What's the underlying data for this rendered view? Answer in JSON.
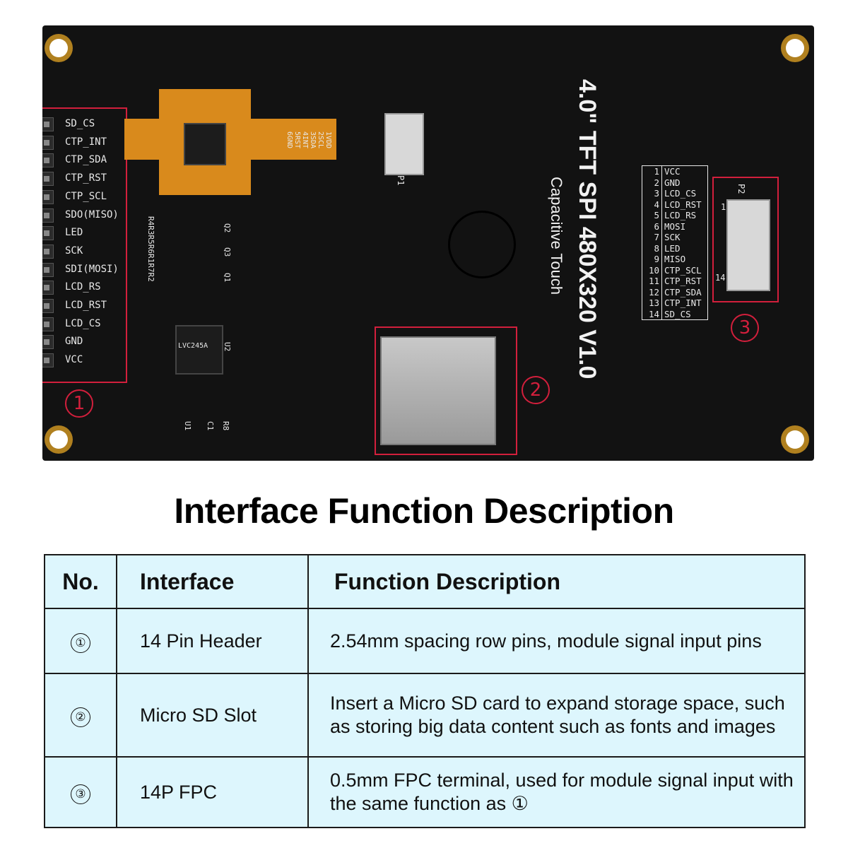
{
  "board": {
    "title": "4.0\" TFT SPI 480X320 V1.0",
    "subtitle": "Capacitive Touch",
    "header_pins": [
      "SD_CS",
      "CTP_INT",
      "CTP_SDA",
      "CTP_RST",
      "CTP_SCL",
      "SDO(MISO)",
      "LED",
      "SCK",
      "SDI(MOSI)",
      "LCD_RS",
      "LCD_RST",
      "LCD_CS",
      "GND",
      "VCC"
    ],
    "fpc_pins": [
      {
        "n": "1",
        "s": "VCC"
      },
      {
        "n": "2",
        "s": "GND"
      },
      {
        "n": "3",
        "s": "LCD_CS"
      },
      {
        "n": "4",
        "s": "LCD_RST"
      },
      {
        "n": "5",
        "s": "LCD_RS"
      },
      {
        "n": "6",
        "s": "MOSI"
      },
      {
        "n": "7",
        "s": "SCK"
      },
      {
        "n": "8",
        "s": "LED"
      },
      {
        "n": "9",
        "s": "MISO"
      },
      {
        "n": "10",
        "s": "CTP_SCL"
      },
      {
        "n": "11",
        "s": "CTP_RST"
      },
      {
        "n": "12",
        "s": "CTP_SDA"
      },
      {
        "n": "13",
        "s": "CTP_INT"
      },
      {
        "n": "14",
        "s": "SD_CS"
      }
    ],
    "touch_fpc_labels": [
      "1VDD",
      "2SCL",
      "3SDA",
      "4INT",
      "5RST",
      "6GND"
    ],
    "markers": [
      "1",
      "2",
      "3"
    ],
    "silk": {
      "p1": "P1",
      "p2": "P2",
      "u1": "U1",
      "u2": "U2",
      "c1": "C1",
      "r8": "R8",
      "q1": "Q1",
      "q2": "Q2",
      "q3": "Q3",
      "fpc_pin1": "1",
      "fpc_pin14": "14",
      "touch_pin1": "1",
      "touch_pin6": "6",
      "chip_text": "LVC245A",
      "resistors": "R4R3R5R6R1R7R2"
    }
  },
  "page_title": "Interface Function Description",
  "table": {
    "headers": {
      "no": "No.",
      "interface": "Interface",
      "function": "Function Description"
    },
    "rows": [
      {
        "no": "①",
        "interface": "14 Pin Header",
        "function": "2.54mm spacing row pins, module signal input pins"
      },
      {
        "no": "②",
        "interface": "Micro SD Slot",
        "function": "Insert a Micro SD card to expand storage space, such as storing big data content such as fonts and images"
      },
      {
        "no": "③",
        "interface": "14P FPC",
        "function": "0.5mm FPC terminal, used for module signal input with the same function as ①"
      }
    ]
  },
  "colors": {
    "board": "#121212",
    "accent_red": "#d21f3c",
    "table_bg": "#ddf6fd",
    "flex": "#d98a1c"
  }
}
